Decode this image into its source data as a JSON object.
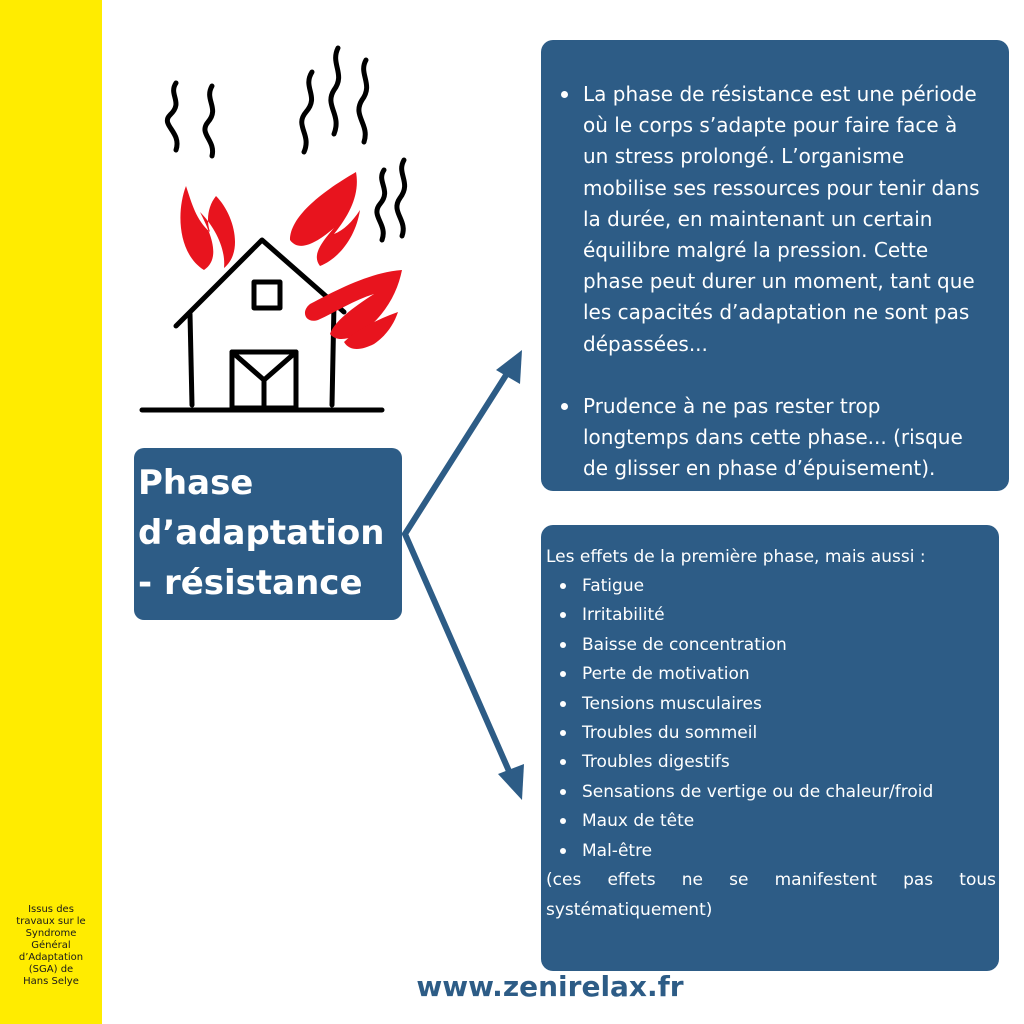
{
  "sidebar": {
    "background": "#ffec00",
    "credit_lines": [
      "Issus des",
      "travaux sur le",
      "Syndrome",
      "Général",
      "d’Adaptation",
      "(SGA) de",
      "Hans Selye"
    ]
  },
  "illustration": {
    "icon": "burning-house-icon",
    "colors": {
      "outline": "#000000",
      "flames": "#e8141e"
    }
  },
  "phase_box": {
    "title_lines": [
      "Phase",
      "d’adaptation",
      "- résistance"
    ]
  },
  "description_box": {
    "paragraphs": [
      {
        "lines": [
          "La phase de résistance est une période",
          "où le corps s’adapte pour faire face à",
          "un stress prolongé. L’organisme",
          "mobilise ses ressources pour tenir dans",
          "la durée, en maintenant un certain",
          "équilibre malgré la pression. Cette",
          "phase peut durer un moment, tant que",
          "les capacités d’adaptation ne sont pas",
          "dépassées..."
        ]
      },
      {
        "lines": [
          "Prudence à ne pas rester trop",
          "longtemps dans cette phase... (risque",
          "de glisser en phase d’épuisement)."
        ]
      }
    ]
  },
  "effects_box": {
    "intro": "Les effets de la première phase, mais aussi :",
    "items": [
      "Fatigue",
      "Irritabilité",
      "Baisse de concentration",
      "Perte de motivation",
      "Tensions musculaires",
      "Troubles du sommeil",
      "Troubles digestifs",
      "Sensations de vertige ou de chaleur/froid",
      "Maux de tête",
      "Mal-être"
    ],
    "note": "(ces effets ne se manifestent pas tous systématiquement)"
  },
  "footer": {
    "website": "www.zenirelax.fr"
  },
  "colors": {
    "panel": "#2d5c86",
    "accent_yellow": "#ffec00",
    "text_on_panel": "#ffffff"
  }
}
